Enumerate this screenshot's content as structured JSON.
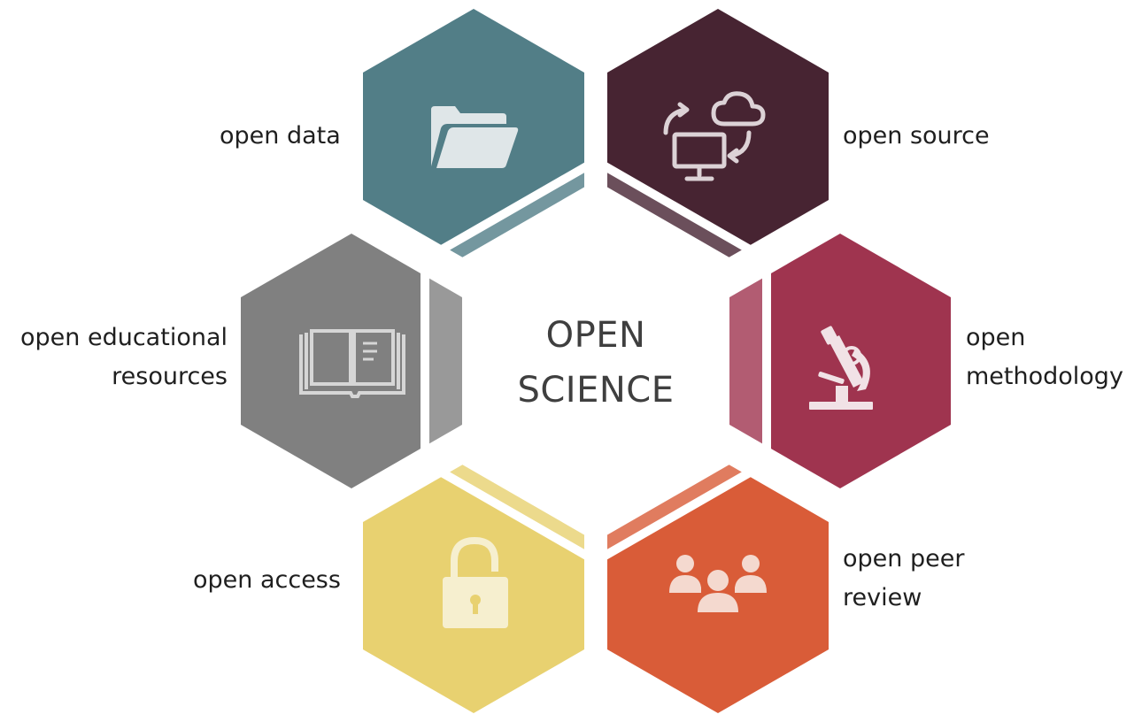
{
  "center": {
    "line1": "OPEN",
    "line2": "SCIENCE"
  },
  "segments": [
    {
      "id": "open-data",
      "lines": [
        "open data"
      ],
      "color": "#527e87",
      "icon": "folder-icon"
    },
    {
      "id": "open-source",
      "lines": [
        "open source"
      ],
      "color": "#472432",
      "icon": "computer-cloud-sync-icon"
    },
    {
      "id": "open-methodology",
      "lines": [
        "open",
        "methodology"
      ],
      "color": "#9f344f",
      "icon": "microscope-icon"
    },
    {
      "id": "open-peer-review",
      "lines": [
        "open peer",
        "review"
      ],
      "color": "#d95c38",
      "icon": "people-group-icon"
    },
    {
      "id": "open-access",
      "lines": [
        "open access"
      ],
      "color": "#e8d170",
      "icon": "unlocked-padlock-icon"
    },
    {
      "id": "open-educational-resources",
      "lines": [
        "open educational",
        "resources"
      ],
      "color": "#808080",
      "icon": "open-book-icon"
    }
  ]
}
